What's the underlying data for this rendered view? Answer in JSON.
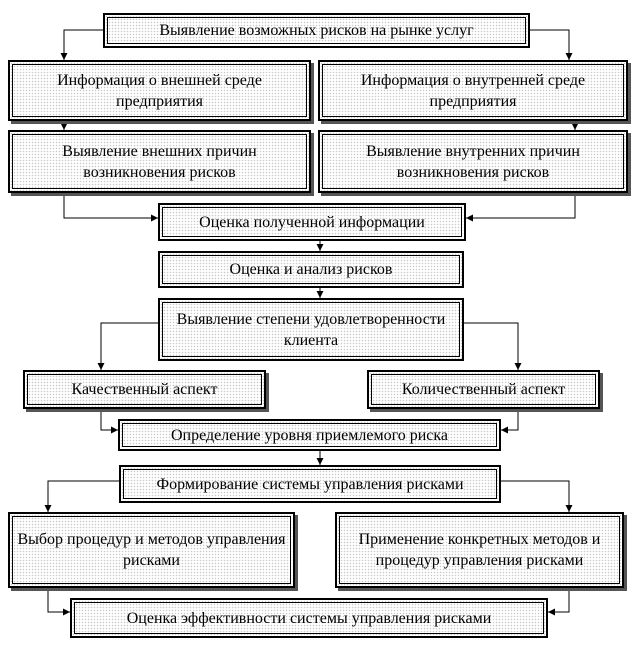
{
  "boxes": {
    "b1": "Выявление возможных рисков на рынке услуг",
    "b2": "Информация о внешней среде предприятия",
    "b3": "Информация о внутренней среде предприятия",
    "b4": "Выявление внешних причин возникновения рисков",
    "b5": "Выявление внутренних причин возникновения рисков",
    "b6": "Оценка полученной информации",
    "b7": "Оценка и анализ рисков",
    "b8": "Выявление степени удовлетворенности клиента",
    "b9": "Качественный аспект",
    "b10": "Количественный аспект",
    "b11": "Определение уровня приемлемого риска",
    "b12": "Формирование системы управления рисками",
    "b13": "Выбор процедур и методов управления рисками",
    "b14": "Применение конкретных методов и процедур управления рисками",
    "b15": "Оценка эффективности системы управления рисками"
  }
}
